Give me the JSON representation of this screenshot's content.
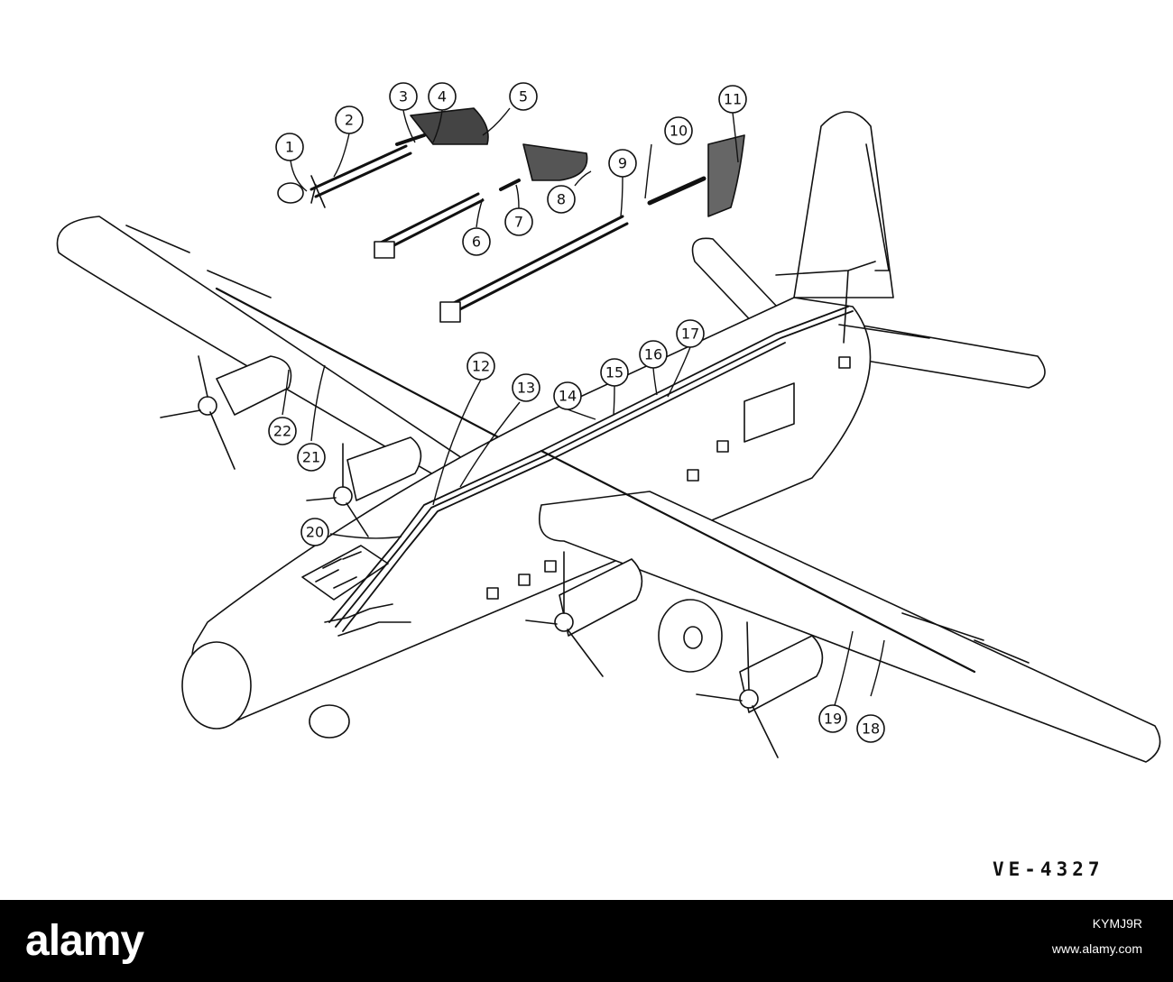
{
  "diagram": {
    "drawing_reference": "VE-4327",
    "callouts": [
      {
        "number": "1"
      },
      {
        "number": "2"
      },
      {
        "number": "3"
      },
      {
        "number": "4"
      },
      {
        "number": "5"
      },
      {
        "number": "6"
      },
      {
        "number": "7"
      },
      {
        "number": "8"
      },
      {
        "number": "9"
      },
      {
        "number": "10"
      },
      {
        "number": "11"
      },
      {
        "number": "12"
      },
      {
        "number": "13"
      },
      {
        "number": "14"
      },
      {
        "number": "15"
      },
      {
        "number": "16"
      },
      {
        "number": "17"
      },
      {
        "number": "18"
      },
      {
        "number": "19"
      },
      {
        "number": "20"
      },
      {
        "number": "21"
      },
      {
        "number": "22"
      }
    ]
  },
  "watermark": {
    "logo": "alamy",
    "image_id": "KYMJ9R",
    "site": "www.alamy.com"
  },
  "colors": {
    "ink": "#111111",
    "background": "#ffffff",
    "watermark_bar": "#000000"
  }
}
